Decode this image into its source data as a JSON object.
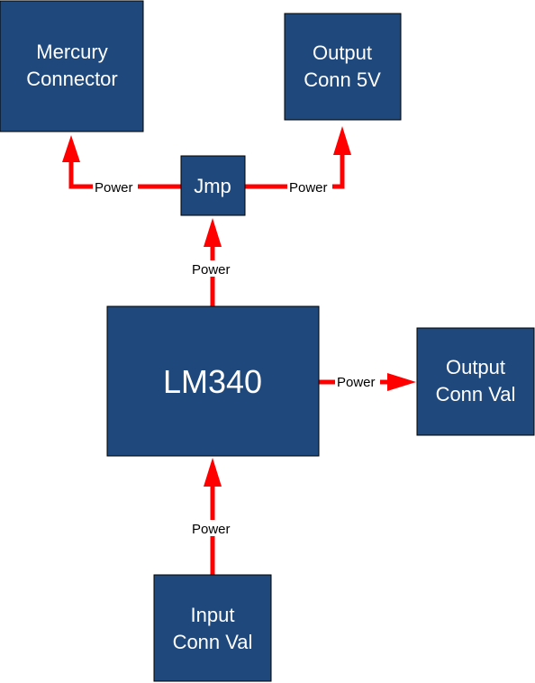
{
  "nodes": {
    "mercury": {
      "lines": [
        "Mercury",
        "Connector"
      ]
    },
    "output5v": {
      "lines": [
        "Output",
        "Conn 5V"
      ]
    },
    "jmp": {
      "lines": [
        "Jmp"
      ]
    },
    "lm340": {
      "lines": [
        "LM340"
      ]
    },
    "outputval": {
      "lines": [
        "Output",
        "Conn Val"
      ]
    },
    "inputval": {
      "lines": [
        "Input",
        "Conn Val"
      ]
    }
  },
  "edges": {
    "jmp_to_mercury": {
      "label": "Power"
    },
    "jmp_to_output5v": {
      "label": "Power"
    },
    "lm340_to_jmp": {
      "label": "Power"
    },
    "lm340_to_outputval": {
      "label": "Power"
    },
    "input_to_lm340": {
      "label": "Power"
    }
  },
  "colors": {
    "box_fill": "#1f497d",
    "box_text": "#ffffff",
    "connector": "#ff0000"
  }
}
